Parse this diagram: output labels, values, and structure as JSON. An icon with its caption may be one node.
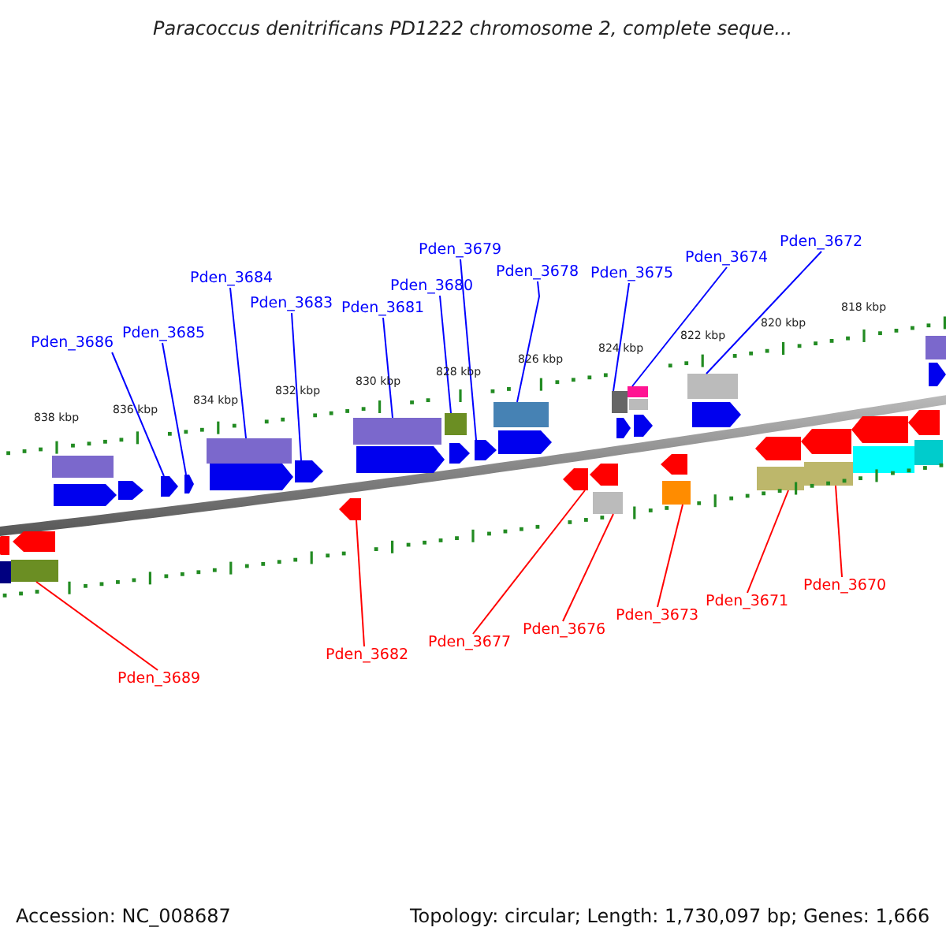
{
  "diagram": {
    "title": "Paracoccus denitrificans PD1222 chromosome 2, complete seque...",
    "nodes": [
      {
        "text": [
          "Pden_3686"
        ]
      },
      {
        "text": [
          "Pden_3685"
        ]
      },
      {
        "text": [
          "Pden_3684"
        ]
      },
      {
        "text": [
          "Pden_3683"
        ]
      },
      {
        "text": [
          "Pden_3681"
        ]
      },
      {
        "text": [
          "Pden_3680"
        ]
      },
      {
        "text": [
          "Pden_3679"
        ]
      },
      {
        "text": [
          "Pden_3678"
        ]
      },
      {
        "text": [
          "Pden_3675"
        ]
      },
      {
        "text": [
          "Pden_3674"
        ]
      },
      {
        "text": [
          "Pden_3672"
        ]
      },
      {
        "text": [
          "Pden_3689"
        ]
      },
      {
        "text": [
          "Pden_3682"
        ]
      },
      {
        "text": [
          "Pden_3677"
        ]
      },
      {
        "text": [
          "Pden_3676"
        ]
      },
      {
        "text": [
          "Pden_3673"
        ]
      },
      {
        "text": [
          "Pden_3671"
        ]
      },
      {
        "text": [
          "Pden_3670"
        ]
      },
      {
        "text": [],
        "shape": "arrow"
      },
      {
        "text": [],
        "shape": "bar"
      },
      {
        "text": [],
        "shape": "bar"
      },
      {
        "text": [],
        "shape": "arrow"
      },
      {
        "text": [],
        "shape": "bar"
      },
      {
        "text": [],
        "shape": "arrow"
      },
      {
        "text": [],
        "shape": "arrow"
      },
      {
        "text": [],
        "shape": "arrow"
      },
      {
        "text": [],
        "shape": "arrow"
      },
      {
        "text": [],
        "shape": "bar"
      },
      {
        "text": [],
        "shape": "arrow"
      },
      {
        "text": [],
        "shape": "arrow"
      },
      {
        "text": [],
        "shape": "arrow"
      },
      {
        "text": [],
        "shape": "bar"
      },
      {
        "text": [],
        "shape": "arrow"
      },
      {
        "text": [],
        "shape": "bar"
      },
      {
        "text": [],
        "shape": "arrow"
      },
      {
        "text": [],
        "shape": "arrow"
      },
      {
        "text": [],
        "shape": "bar"
      },
      {
        "text": [],
        "shape": "arrow"
      },
      {
        "text": [],
        "shape": "arrow"
      },
      {
        "text": [],
        "shape": "arrow"
      },
      {
        "text": [],
        "shape": "bar"
      },
      {
        "text": [],
        "shape": "bar"
      },
      {
        "text": [],
        "shape": "arrow"
      },
      {
        "text": [],
        "shape": "bar"
      },
      {
        "text": [],
        "shape": "bar"
      },
      {
        "text": [],
        "shape": "arrow"
      },
      {
        "text": [],
        "shape": "arrow"
      },
      {
        "text": [],
        "shape": "bar"
      },
      {
        "text": [],
        "shape": "bar"
      },
      {
        "text": [],
        "shape": "arrow"
      },
      {
        "text": [],
        "shape": "arrow"
      },
      {
        "text": [],
        "shape": "bar"
      },
      {
        "text": [],
        "shape": "arrow"
      },
      {
        "text": [],
        "shape": "bar"
      },
      {
        "text": [],
        "shape": "arrow"
      },
      {
        "text": [],
        "shape": "bar"
      },
      {
        "text": [],
        "shape": "arrow"
      },
      {
        "text": [],
        "shape": "bar"
      },
      {
        "text": [],
        "shape": "bar"
      },
      {
        "text": [],
        "shape": "arrow"
      }
    ],
    "edges": [
      {
        "from": 0,
        "to": 25,
        "arrow": "none"
      },
      {
        "from": 1,
        "to": 26,
        "arrow": "none"
      },
      {
        "from": 2,
        "to": 27,
        "arrow": "none"
      },
      {
        "from": 3,
        "to": 29,
        "arrow": "none"
      },
      {
        "from": 4,
        "to": 31,
        "arrow": "none"
      },
      {
        "from": 5,
        "to": 33,
        "arrow": "none"
      },
      {
        "from": 6,
        "to": 35,
        "arrow": "none"
      },
      {
        "from": 7,
        "to": 36,
        "arrow": "none"
      },
      {
        "from": 8,
        "to": 41,
        "arrow": "none"
      },
      {
        "from": 9,
        "to": 43,
        "arrow": "none"
      },
      {
        "from": 10,
        "to": 48,
        "arrow": "none"
      },
      {
        "from": 11,
        "to": 20,
        "arrow": "none",
        "color": "#ff0000"
      },
      {
        "from": 12,
        "to": 30,
        "arrow": "none",
        "color": "#ff0000"
      },
      {
        "from": 13,
        "to": 38,
        "arrow": "none",
        "color": "#ff0000"
      },
      {
        "from": 14,
        "to": 40,
        "arrow": "none",
        "color": "#ff0000"
      },
      {
        "from": 15,
        "to": 47,
        "arrow": "none",
        "color": "#ff0000"
      },
      {
        "from": 16,
        "to": 51,
        "arrow": "none",
        "color": "#ff0000"
      },
      {
        "from": 17,
        "to": 53,
        "arrow": "none",
        "color": "#ff0000"
      }
    ],
    "labels": [
      "838 kbp",
      "836 kbp",
      "834 kbp",
      "832 kbp",
      "830 kbp",
      "828 kbp",
      "826 kbp",
      "824 kbp",
      "822 kbp",
      "820 kbp",
      "818 kbp",
      "Accession: NC_008687",
      "Topology: circular; Length: 1,730,097 bp; Genes: 1,666"
    ]
  }
}
